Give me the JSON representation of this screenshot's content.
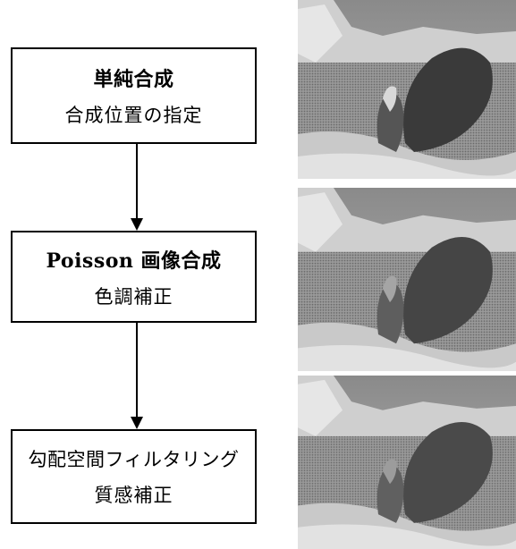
{
  "steps": [
    {
      "title": "単純合成",
      "subtitle": "合成位置の指定"
    },
    {
      "title": "Poisson 画像合成",
      "subtitle": "色調補正"
    },
    {
      "title": "勾配空間フィルタリング",
      "subtitle": "質感補正"
    }
  ],
  "result_images": [
    {
      "description_icon": "composited-photo-whale-and-person"
    },
    {
      "description_icon": "composited-photo-whale-and-person"
    },
    {
      "description_icon": "composited-photo-whale-and-person"
    }
  ]
}
